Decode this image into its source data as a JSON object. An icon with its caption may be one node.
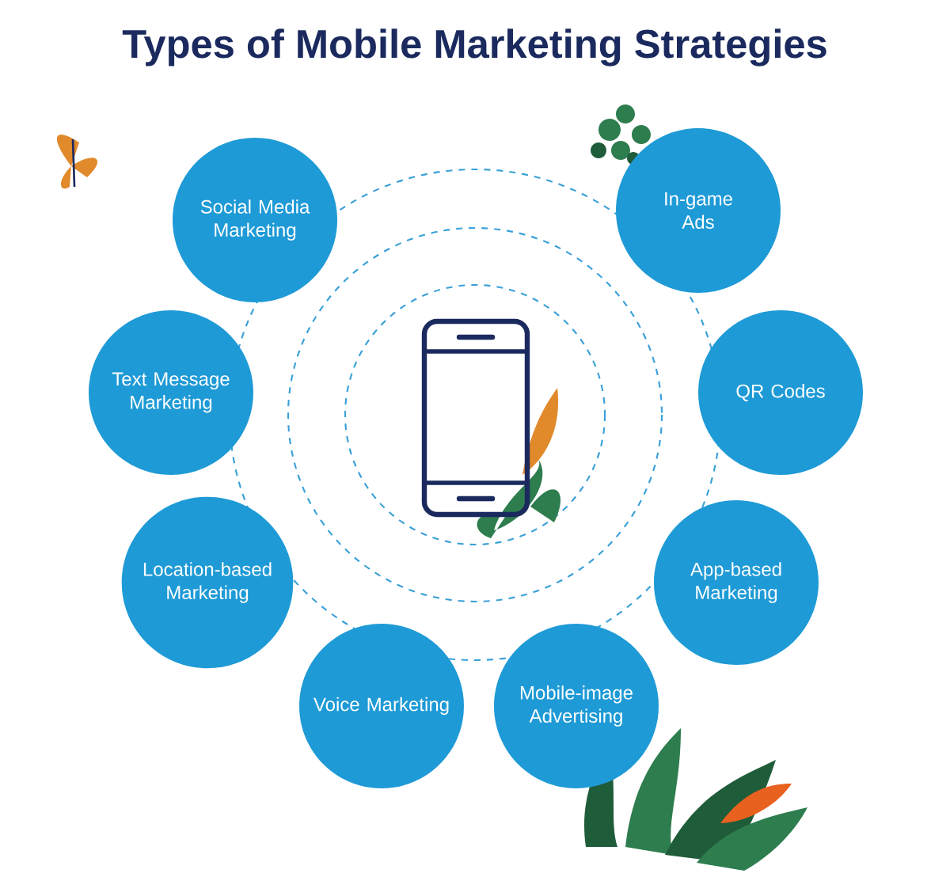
{
  "diagram": {
    "title": "Types of Mobile Marketing Strategies",
    "nodes": [
      {
        "text": [
          "Social Media Marketing"
        ]
      },
      {
        "text": [
          "In-game Ads"
        ]
      },
      {
        "text": [
          "Text Message Marketing"
        ]
      },
      {
        "text": [
          "QR Codes"
        ]
      },
      {
        "text": [
          "Location-based Marketing"
        ]
      },
      {
        "text": [
          "App-based Marketing"
        ]
      },
      {
        "text": [
          "Voice Marketing"
        ]
      },
      {
        "text": [
          "Mobile-image Advertising"
        ]
      }
    ],
    "edges": []
  }
}
